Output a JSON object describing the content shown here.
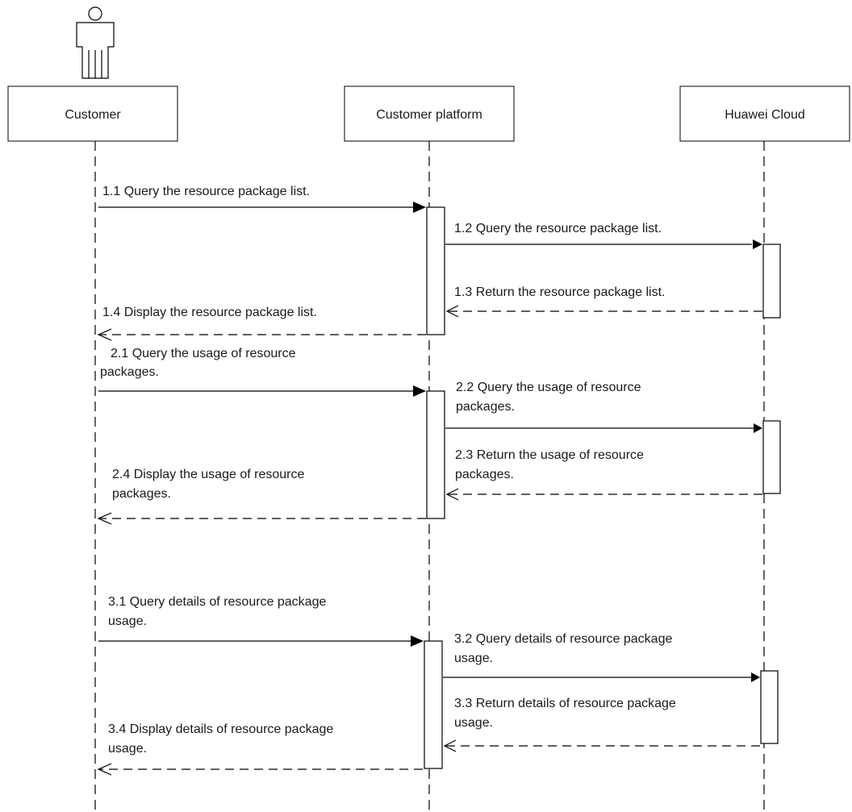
{
  "participants": [
    {
      "id": "customer",
      "label": "Customer"
    },
    {
      "id": "platform",
      "label": "Customer platform"
    },
    {
      "id": "cloud",
      "label": "Huawei Cloud"
    }
  ],
  "messages": [
    {
      "id": "m1_1",
      "lines": [
        "1.1 Query the resource package list."
      ]
    },
    {
      "id": "m1_2",
      "lines": [
        "1.2 Query the resource package list."
      ]
    },
    {
      "id": "m1_3",
      "lines": [
        "1.3 Return the resource package list."
      ]
    },
    {
      "id": "m1_4",
      "lines": [
        "1.4 Display the resource package list."
      ]
    },
    {
      "id": "m2_1",
      "lines": [
        "2.1 Query the usage of resource",
        "packages."
      ]
    },
    {
      "id": "m2_2",
      "lines": [
        "2.2 Query the usage of resource",
        "packages."
      ]
    },
    {
      "id": "m2_3",
      "lines": [
        "2.3 Return the usage of resource",
        "packages."
      ]
    },
    {
      "id": "m2_4",
      "lines": [
        "2.4 Display the usage of resource",
        "packages."
      ]
    },
    {
      "id": "m3_1",
      "lines": [
        "3.1 Query details of resource package",
        "usage."
      ]
    },
    {
      "id": "m3_2",
      "lines": [
        "3.2 Query details of resource package",
        "usage."
      ]
    },
    {
      "id": "m3_3",
      "lines": [
        "3.3 Return details of resource package",
        "usage."
      ]
    },
    {
      "id": "m3_4",
      "lines": [
        "3.4 Display details of resource package",
        "usage."
      ]
    }
  ]
}
